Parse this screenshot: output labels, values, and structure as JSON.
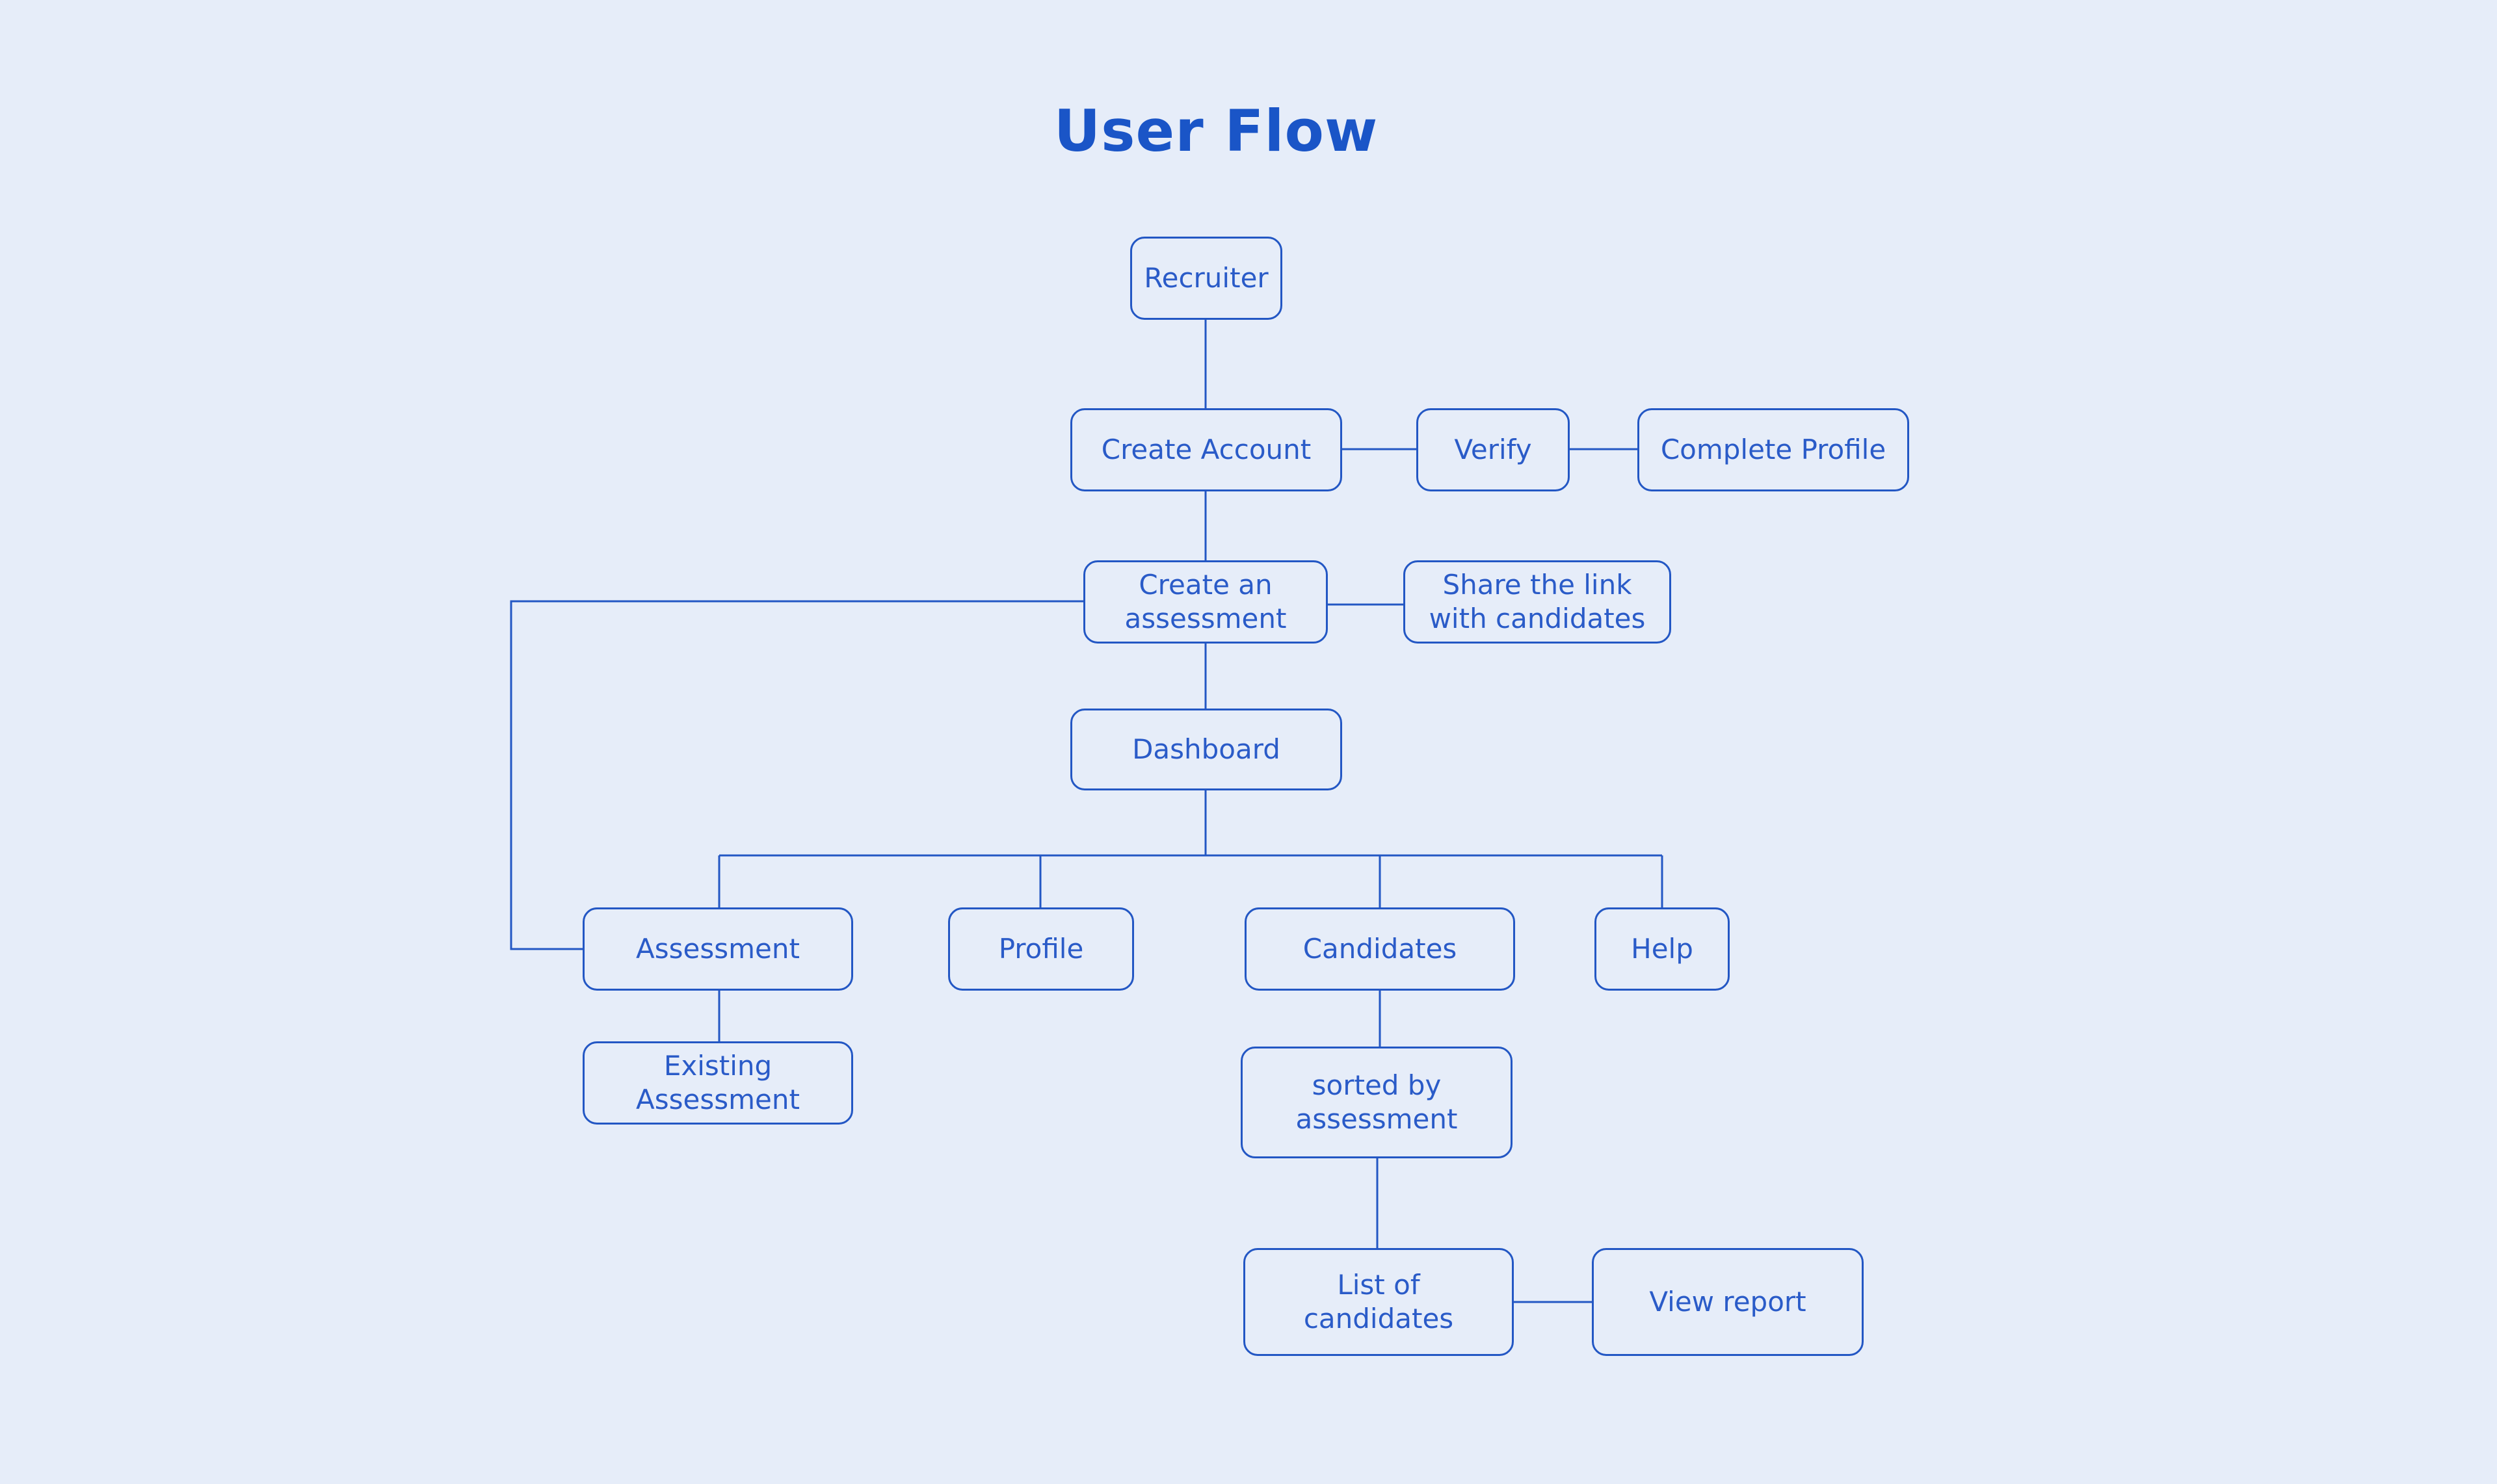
{
  "title": "User Flow",
  "colors": {
    "background": "#E6EDF9",
    "accent": "#2357C4",
    "title": "#1A55C7"
  },
  "nodes": {
    "recruiter": "Recruiter",
    "create_account": "Create Account",
    "verify": "Verify",
    "complete_profile": "Complete Profile",
    "create_assessment": "Create an\nassessment",
    "share_link": "Share the link\nwith candidates",
    "dashboard": "Dashboard",
    "assessment": "Assessment",
    "profile": "Profile",
    "candidates": "Candidates",
    "help": "Help",
    "existing_assessment": "Existing\nAssessment",
    "sorted_by_assessment": "sorted by\nassessment",
    "list_of_candidates": "List of\ncandidates",
    "view_report": "View report"
  }
}
